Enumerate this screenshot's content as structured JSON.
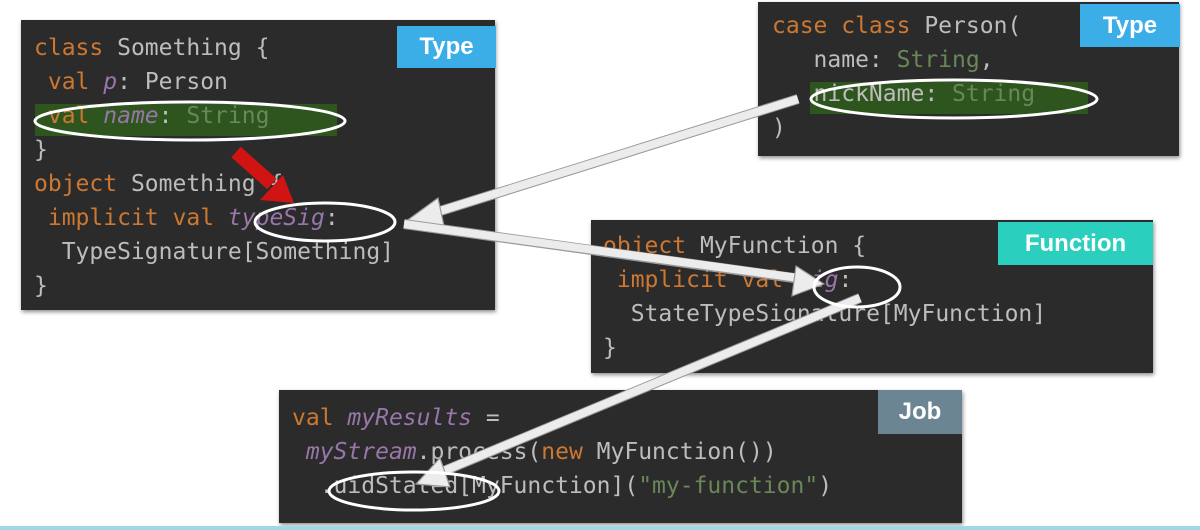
{
  "colors": {
    "type_badge": "#3baee8",
    "function_badge": "#2ad0bd",
    "job_badge": "#6b8592",
    "code_bg": "#2b2b2b",
    "keyword": "#cc7832",
    "italic_name": "#9876aa",
    "string_type": "#6a8759",
    "plain": "#bdbdbd",
    "highlight": "#2e5a1c",
    "red_arrow": "#d01414"
  },
  "panels": {
    "something": {
      "badge": "Type",
      "lines": [
        [
          [
            "kw",
            "class"
          ],
          [
            "p",
            " Something {"
          ]
        ],
        [
          [
            "p",
            " "
          ],
          [
            "kw",
            "val"
          ],
          [
            "p",
            " "
          ],
          [
            "it",
            "p"
          ],
          [
            "p",
            ": Person"
          ]
        ],
        [
          [
            "p",
            " "
          ],
          [
            "kw",
            "val"
          ],
          [
            "p",
            " "
          ],
          [
            "it",
            "name"
          ],
          [
            "p",
            ": "
          ],
          [
            "str",
            "String"
          ]
        ],
        [
          [
            "p",
            "}"
          ]
        ],
        [
          [
            "kw",
            "object"
          ],
          [
            "p",
            " Something {"
          ]
        ],
        [
          [
            "p",
            " "
          ],
          [
            "kw",
            "implicit"
          ],
          [
            "p",
            " "
          ],
          [
            "kw",
            "val"
          ],
          [
            "p",
            " "
          ],
          [
            "it",
            "typeSig"
          ],
          [
            "p",
            ":"
          ]
        ],
        [
          [
            "p",
            "  TypeSignature[Something]"
          ]
        ],
        [
          [
            "p",
            "}"
          ]
        ]
      ]
    },
    "person": {
      "badge": "Type",
      "lines": [
        [
          [
            "kw",
            "case class"
          ],
          [
            "p",
            " Person("
          ]
        ],
        [
          [
            "p",
            "   name: "
          ],
          [
            "str",
            "String"
          ],
          [
            "p",
            ","
          ]
        ],
        [
          [
            "p",
            "   nickName: "
          ],
          [
            "str",
            "String"
          ]
        ],
        [
          [
            "p",
            ")"
          ]
        ]
      ]
    },
    "myfunction": {
      "badge": "Function",
      "lines": [
        [
          [
            "kw",
            "object"
          ],
          [
            "p",
            " MyFunction {"
          ]
        ],
        [
          [
            "p",
            " "
          ],
          [
            "kw",
            "implicit"
          ],
          [
            "p",
            " "
          ],
          [
            "kw",
            "val"
          ],
          [
            "p",
            " "
          ],
          [
            "it",
            "sig"
          ],
          [
            "p",
            ":"
          ]
        ],
        [
          [
            "p",
            "  StateTypeSignature[MyFunction]"
          ]
        ],
        [
          [
            "p",
            "}"
          ]
        ]
      ]
    },
    "job": {
      "badge": "Job",
      "lines": [
        [
          [
            "kw",
            "val"
          ],
          [
            "p",
            " "
          ],
          [
            "it",
            "myResults"
          ],
          [
            "p",
            " ="
          ]
        ],
        [
          [
            "p",
            " "
          ],
          [
            "it",
            "myStream"
          ],
          [
            "p",
            ".process("
          ],
          [
            "kw",
            "new"
          ],
          [
            "p",
            " MyFunction())"
          ]
        ],
        [
          [
            "p",
            "  .uidStated[MyFunction]("
          ],
          [
            "str",
            "\"my-function\""
          ],
          [
            "p",
            ")"
          ]
        ]
      ]
    }
  }
}
